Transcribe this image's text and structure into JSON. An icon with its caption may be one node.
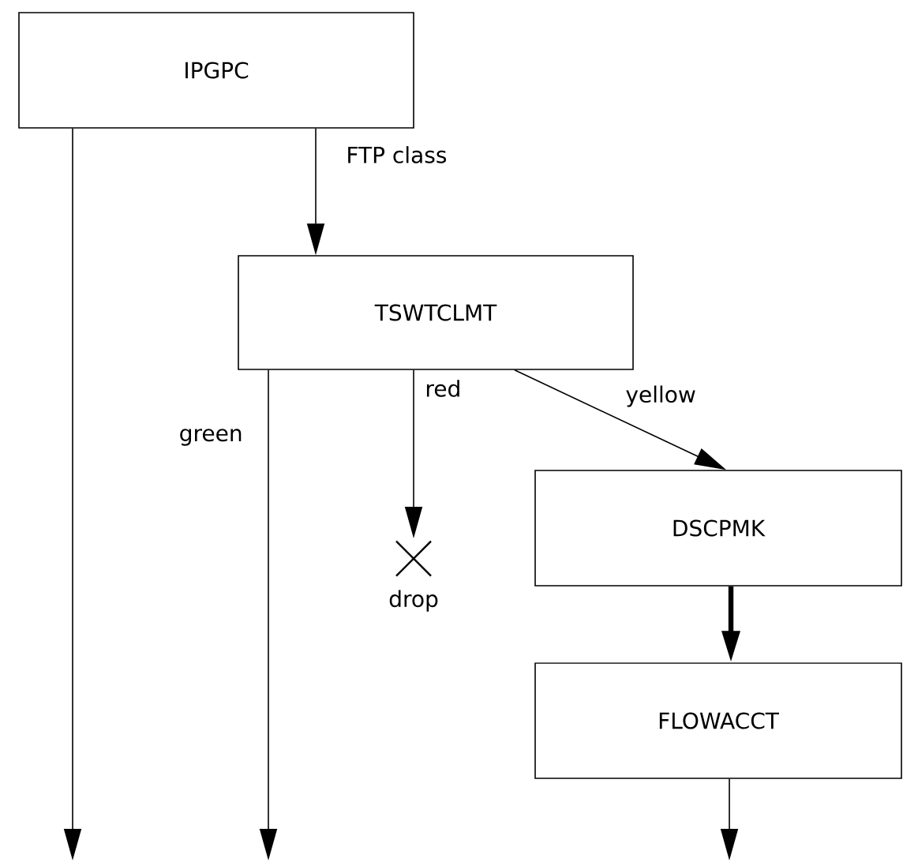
{
  "diagram": {
    "nodes": [
      {
        "text": [
          "IPGPC"
        ]
      },
      {
        "text": [
          "TSWTCLMT"
        ]
      },
      {
        "text": [
          "DSCPMK"
        ]
      },
      {
        "text": [
          "FLOWACCT"
        ]
      },
      {
        "text": [
          "drop"
        ]
      }
    ],
    "edges": [
      {
        "from": 0,
        "to": 1,
        "arrow": "to",
        "label": "FTP class"
      },
      {
        "from": 0,
        "to": null,
        "arrow": "to"
      },
      {
        "from": 1,
        "to": null,
        "arrow": "to",
        "label": "green"
      },
      {
        "from": 1,
        "to": 4,
        "arrow": "to",
        "label": "red"
      },
      {
        "from": 1,
        "to": 2,
        "arrow": "to",
        "label": "yellow"
      },
      {
        "from": 2,
        "to": 3,
        "arrow": "to",
        "style": "thick"
      },
      {
        "from": 3,
        "to": null,
        "arrow": "to"
      }
    ]
  }
}
